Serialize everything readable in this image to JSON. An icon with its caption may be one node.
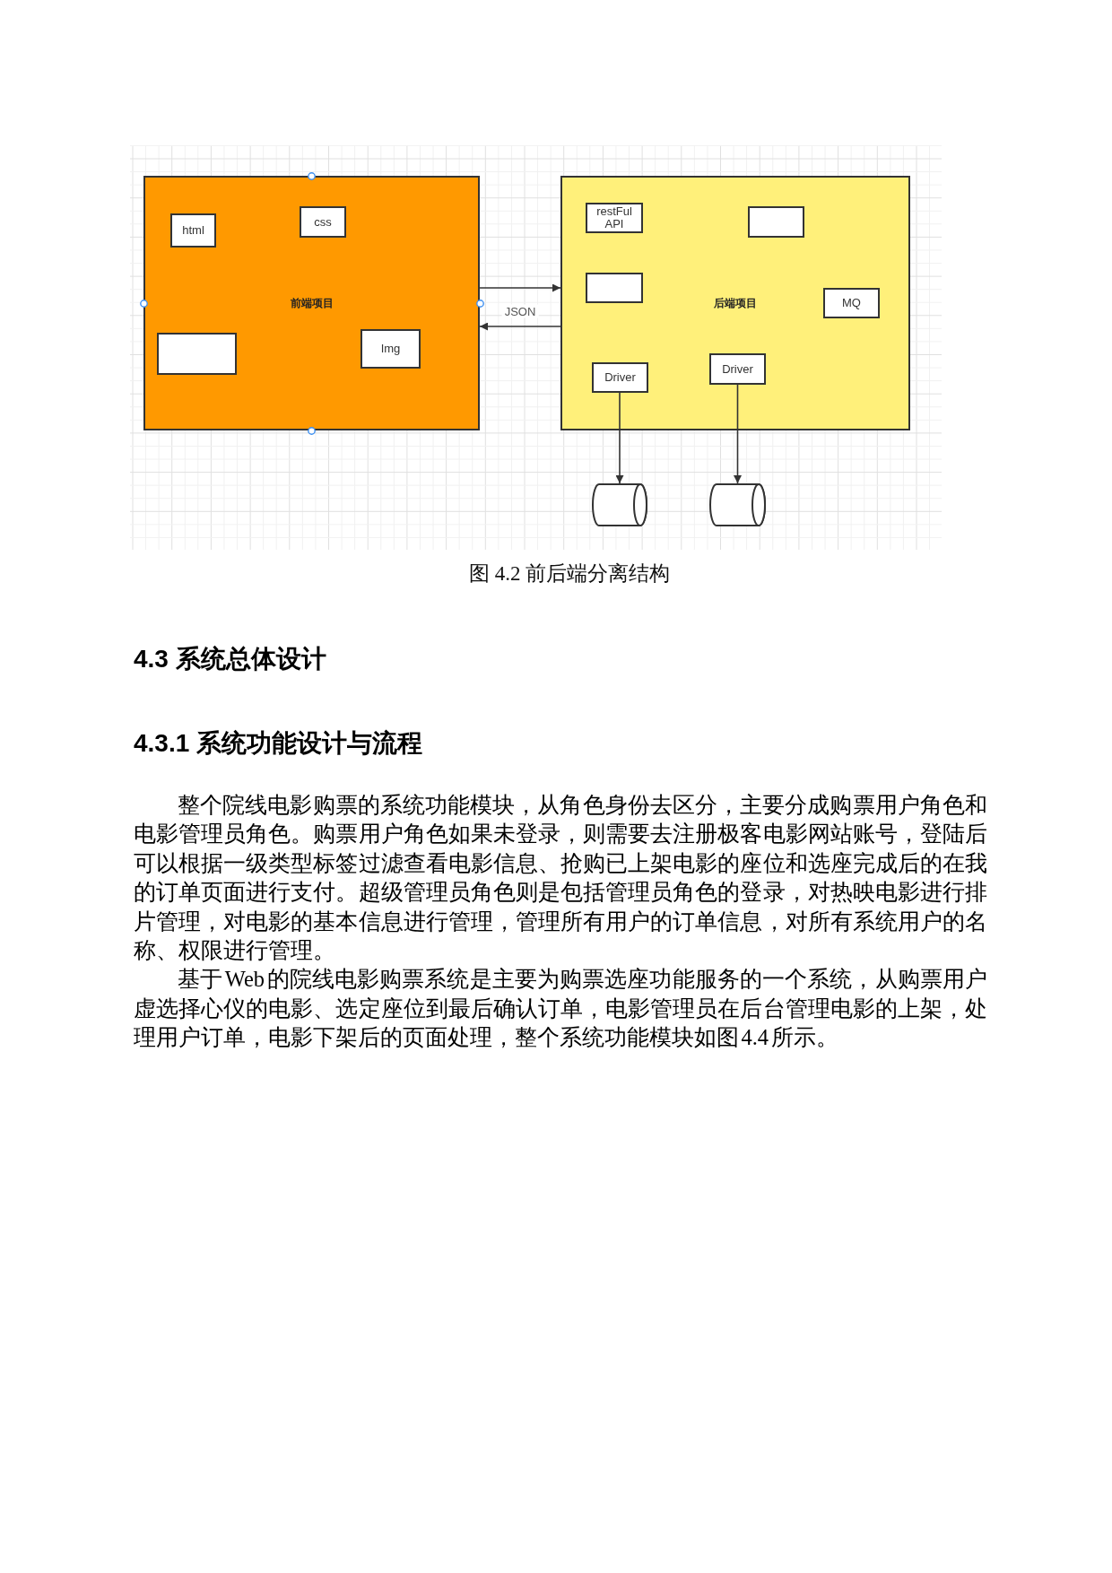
{
  "diagram": {
    "caption": "图 4.2 前后端分离结构",
    "nodes": [
      {
        "text": [
          "前端项目"
        ]
      },
      {
        "text": [
          "html"
        ],
        "in": 0
      },
      {
        "text": [
          "css"
        ],
        "in": 0
      },
      {
        "text": [],
        "shape": "box",
        "in": 0
      },
      {
        "text": [
          "Img"
        ],
        "in": 0
      },
      {
        "text": [
          "后端项目"
        ]
      },
      {
        "text": [
          "restFul API"
        ],
        "in": 5
      },
      {
        "text": [],
        "shape": "box",
        "in": 5
      },
      {
        "text": [],
        "shape": "box",
        "in": 5
      },
      {
        "text": [
          "MQ"
        ],
        "in": 5
      },
      {
        "text": [
          "Driver"
        ],
        "in": 5
      },
      {
        "text": [
          "Driver"
        ],
        "in": 5
      },
      {
        "text": [],
        "shape": "cylinder"
      },
      {
        "text": [],
        "shape": "cylinder"
      }
    ],
    "edges": [
      {
        "from": 0,
        "to": 5,
        "arrow": "to"
      },
      {
        "from": 5,
        "to": 0,
        "arrow": "to",
        "label": "JSON"
      },
      {
        "from": 10,
        "to": 12,
        "arrow": "to"
      },
      {
        "from": 11,
        "to": 13,
        "arrow": "to"
      }
    ],
    "labels": [
      "4.3 系统总体设计",
      "4.3.1 系统功能设计与流程",
      "整个院线电影购票的系统功能模块，从角色身份去区分，主要分成购票用户角色和电影管理员角色。购票用户角色如果未登录，则需要去注册极客电影网站账号，登陆后可以根据一级类型标签过滤查看电影信息、抢购已上架电影的座位和选座完成后的在我的订单页面进行支付。超级管理员角色则是包括管理员角色的登录，对热映电影进行排片管理，对电影的基本信息进行管理，管理所有用户的订单信息，对所有系统用户的名称、权限进行管理。",
      "基于 Web 的院线电影购票系统是主要为购票选座功能服务的一个系统，从购票用户虚选择心仪的电影、选定座位到最后确认订单，电影管理员在后台管理电影的上架，处理用户订单，电影下架后的页面处理，整个系统功能模块如图 4.4 所示。"
    ]
  }
}
